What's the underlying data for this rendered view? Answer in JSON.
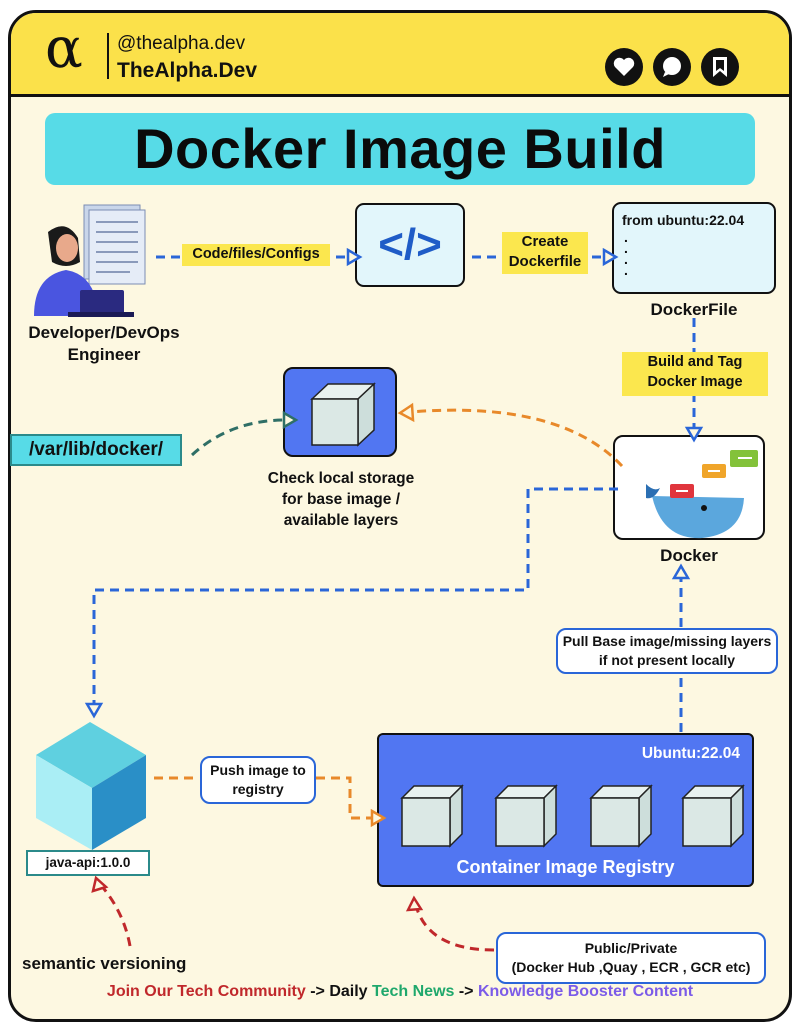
{
  "header": {
    "logo_glyph": "α",
    "handle": "@thealpha.dev",
    "brand": "TheAlpha.Dev",
    "icons": [
      "heart-icon",
      "comment-icon",
      "bookmark-icon"
    ]
  },
  "title": "Docker Image Build",
  "nodes": {
    "developer": "Developer/DevOps Engineer",
    "code_glyph": "</>",
    "dockerfile_code": "from ubuntu:22.04",
    "dockerfile_label": "DockerFile",
    "storage_label": "Check local storage for base image / available layers",
    "var_path": "/var/lib/docker/",
    "docker_label": "Docker",
    "registry_title": "Container Image Registry",
    "registry_tag": "Ubuntu:22.04",
    "java_tag": "java-api:1.0.0",
    "semantic": "semantic versioning"
  },
  "edges": {
    "code_files": "Code/files/Configs",
    "create_dockerfile": "Create Dockerfile",
    "build_tag": "Build and Tag Docker Image",
    "pull_base": "Pull Base image/missing layers if not present locally",
    "push_registry": "Push image to registry",
    "public_private": "Public/Private",
    "registries": "(Docker Hub ,Quay , ECR , GCR etc)"
  },
  "footer": {
    "part1": "Join Our Tech Community",
    "arrow1": " -> ",
    "part2": "Daily",
    "part3": " Tech News",
    "arrow2": " -> ",
    "part4": "Knowledge  Booster Content"
  },
  "colors": {
    "header_bg": "#fbe14a",
    "title_bg": "#57dbe7",
    "accent_blue": "#5176f2",
    "dashed_blue": "#2a66d8",
    "dashed_orange": "#e8892a",
    "dashed_teal": "#2f6f66",
    "dashed_red": "#c0282b"
  }
}
